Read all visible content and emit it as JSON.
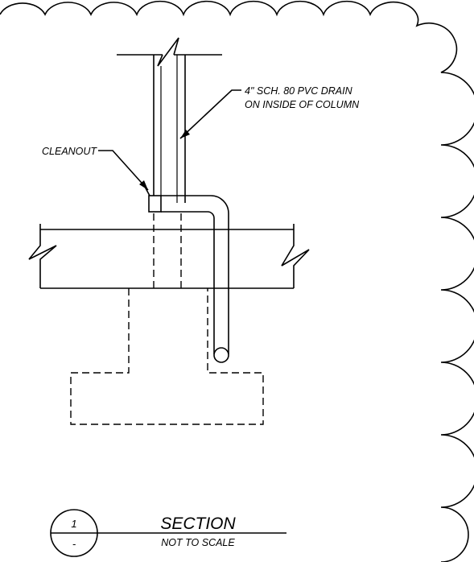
{
  "notes": {
    "drain_line1": "4\" SCH. 80 PVC DRAIN",
    "drain_line2": "ON INSIDE OF COLUMN",
    "cleanout": "CLEANOUT"
  },
  "title_block": {
    "detail_number": "1",
    "sheet_ref": "-",
    "title": "SECTION",
    "subtitle": "NOT TO SCALE"
  }
}
